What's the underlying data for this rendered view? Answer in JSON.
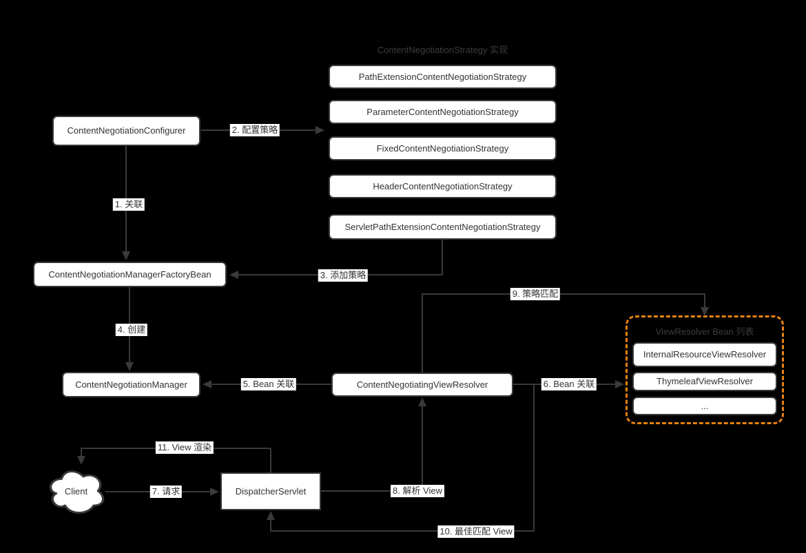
{
  "colors": {
    "background": "#000000",
    "stroke": "#3a3a3a",
    "node_fill": "#ffffff",
    "node_border": "#3a3a3a",
    "text": "#333333",
    "group_title": "#3d3d3d",
    "label_bg": "#ffffff",
    "accent_orange": "#e8820e"
  },
  "groups": {
    "strategies": {
      "title": "ContentNegotiationStrategy 实现",
      "items": [
        "PathExtensionContentNegotiationStrategy",
        "ParameterContentNegotiationStrategy",
        "FixedContentNegotiationStrategy",
        "HeaderContentNegotiationStrategy",
        "ServletPathExtensionContentNegotiationStrategy"
      ]
    },
    "view_resolvers": {
      "title": "ViewResolver Bean 列表",
      "items": [
        "InternalResourceViewResolver",
        "ThymeleafViewResolver",
        "..."
      ]
    }
  },
  "nodes": {
    "configurer": "ContentNegotiationConfigurer",
    "factory_bean": "ContentNegotiationManagerFactoryBean",
    "manager": "ContentNegotiationManager",
    "view_resolver": "ContentNegotiatingViewResolver",
    "dispatcher_servlet": "DispatcherServlet",
    "client": "Client"
  },
  "edges": {
    "e1": "1. 关联",
    "e2": "2. 配置策略",
    "e3": "3. 添加策略",
    "e4": "4. 创建",
    "e5": "5. Bean 关联",
    "e6": "6. Bean 关联",
    "e7": "7. 请求",
    "e8": "8. 解析 View",
    "e9": "9. 策略匹配",
    "e10": "10. 最佳匹配 View",
    "e11": "11. View 渲染"
  }
}
